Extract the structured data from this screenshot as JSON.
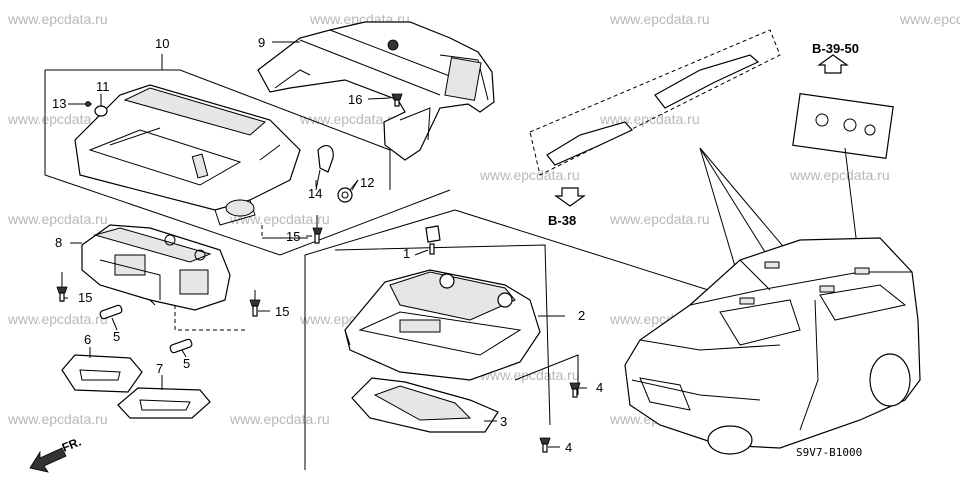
{
  "watermark": "www.epcdata.ru",
  "callouts": {
    "c1": "1",
    "c2": "2",
    "c3": "3",
    "c4a": "4",
    "c4b": "4",
    "c5a": "5",
    "c5b": "5",
    "c6": "6",
    "c7": "7",
    "c8": "8",
    "c9": "9",
    "c10": "10",
    "c11": "11",
    "c12": "12",
    "c13": "13",
    "c14": "14",
    "c15a": "15",
    "c15b": "15",
    "c15c": "15",
    "c16": "16"
  },
  "references": {
    "b38": "B-38",
    "b3950": "B-39-50"
  },
  "front_label": "FR.",
  "diagram_code": "S9V7-B1000"
}
